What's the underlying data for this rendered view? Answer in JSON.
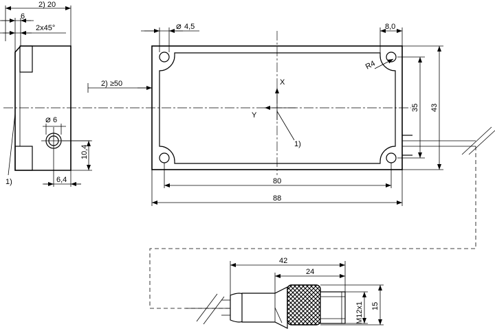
{
  "side_view": {
    "dim_overall": "2) 20",
    "dim_six": "6",
    "dim_chamfer": "2x45°",
    "dim_hole": "6",
    "dim_height": "10,4",
    "dim_offset": "6,4",
    "note": "1)"
  },
  "top_view": {
    "dim_hole": "4,5",
    "dim_eight": "8,0",
    "dim_radius": "R4",
    "dim_clearance": "2) ≥50",
    "dim_35": "35",
    "dim_43": "43",
    "dim_80": "80",
    "dim_88": "88",
    "axis_x": "X",
    "axis_y": "Y",
    "note": "1)"
  },
  "connector": {
    "dim_42": "42",
    "dim_24": "24",
    "dim_thread": "M12x1",
    "dim_15": "15"
  },
  "symbols": {
    "diameter": "⌀"
  }
}
